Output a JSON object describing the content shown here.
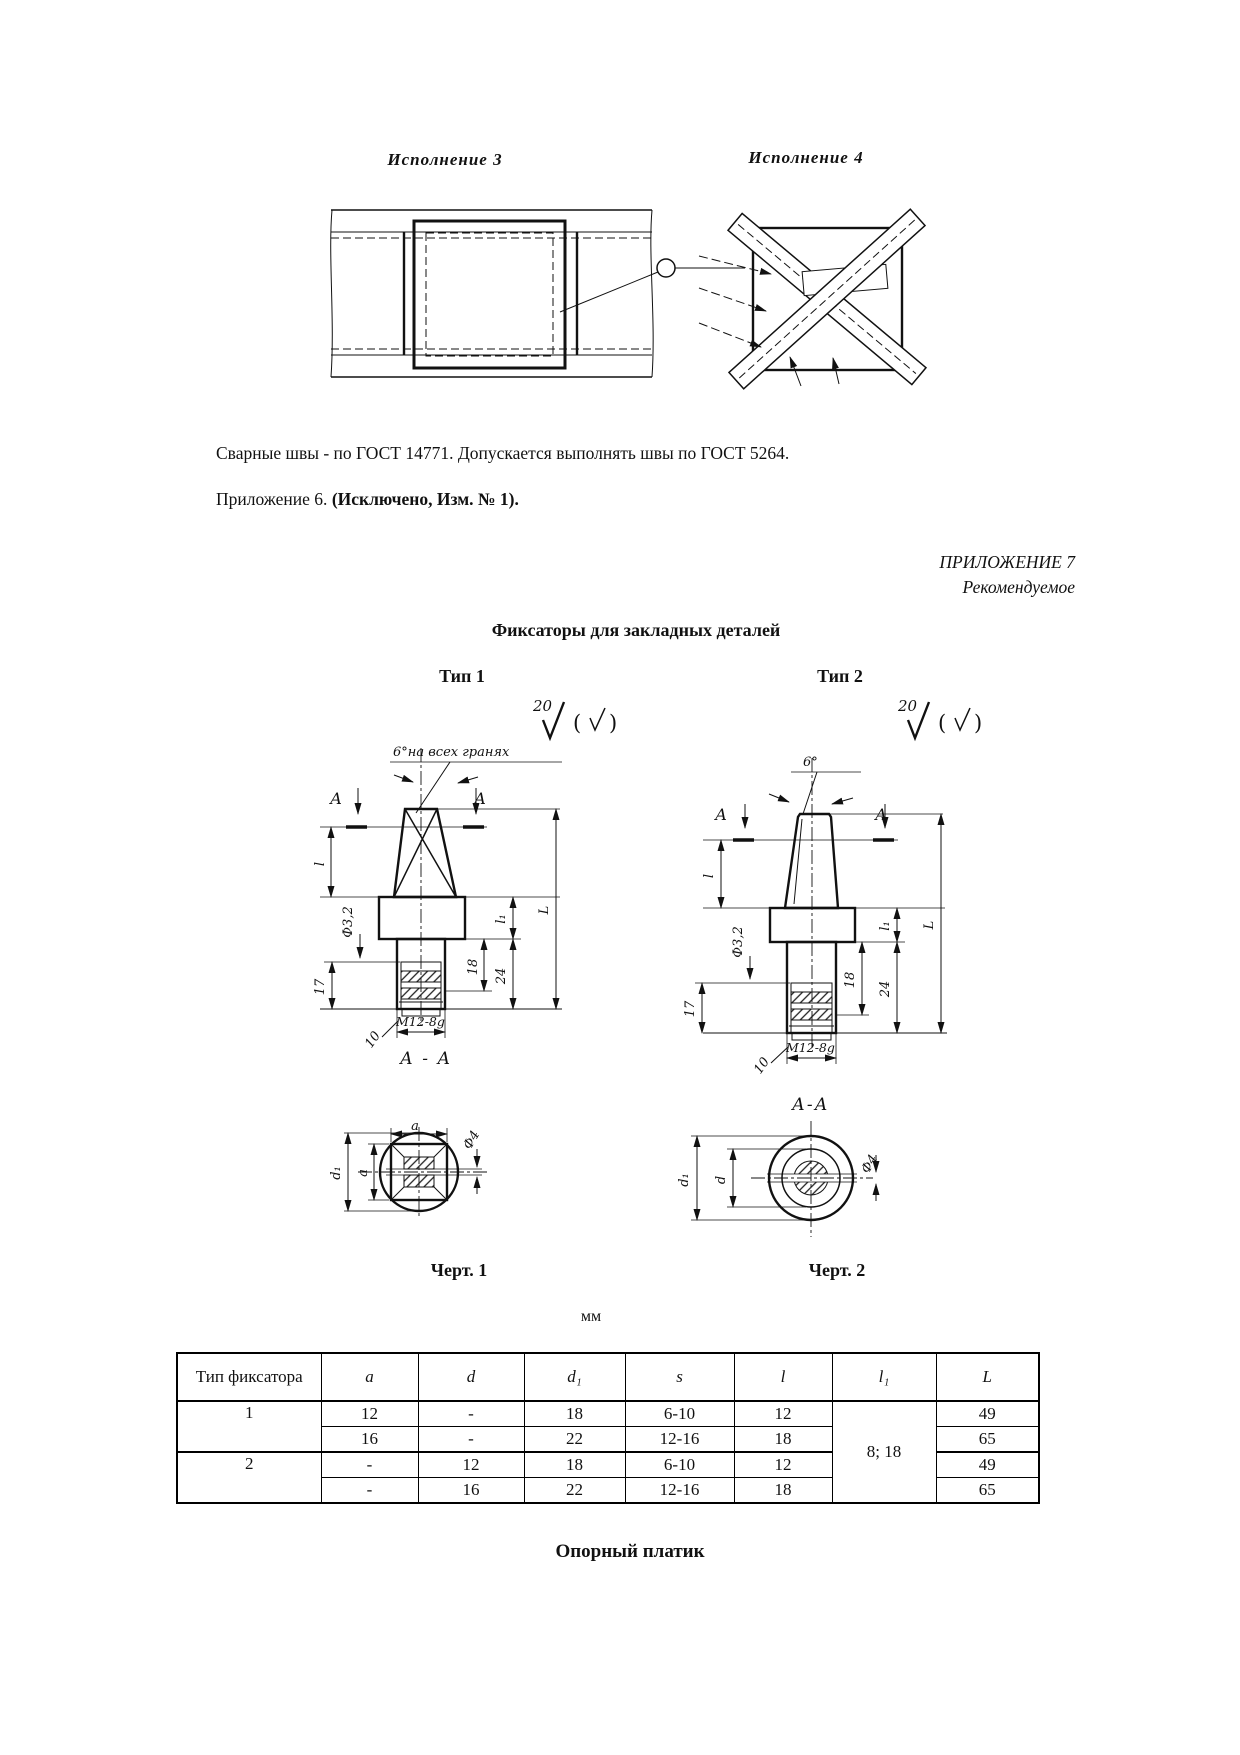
{
  "top_figures": {
    "left_label": "Исполнение 3",
    "right_label": "Исполнение 4"
  },
  "paragraph_welds": "Сварные швы - по ГОСТ 14771. Допускается выполнять швы по ГОСТ 5264.",
  "paragraph_appendix6": {
    "prefix": "Приложение 6. ",
    "bold": "(Исключено, Изм. № 1)."
  },
  "appendix7": {
    "title": "ПРИЛОЖЕНИЕ 7",
    "subtitle": "Рекомендуемое"
  },
  "section_title": "Фиксаторы для закладных деталей",
  "type1": {
    "label": "Тип 1",
    "roughness_value": "20",
    "chamfer_note": "6°на всех гранях",
    "caption": "Черт. 1",
    "section_label": "А - А",
    "dims": {
      "a_marker": "А",
      "l": "l",
      "l1": "l₁",
      "L": "L",
      "phi32": "Ф3,2",
      "len17": "17",
      "len18": "18",
      "len24": "24",
      "thread": "М12-8g",
      "chamfer10": "10",
      "a": "a",
      "d1": "d₁",
      "phi4": "Ф4"
    }
  },
  "type2": {
    "label": "Тип 2",
    "roughness_value": "20",
    "chamfer_note": "6°",
    "caption": "Черт. 2",
    "section_label": "А-А",
    "dims": {
      "a_marker": "А",
      "l": "l",
      "l1": "l₁",
      "L": "L",
      "phi32": "Ф3,2",
      "len17": "17",
      "len18": "18",
      "len24": "24",
      "thread": "М12-8g",
      "chamfer10": "10",
      "d": "d",
      "d1": "d₁",
      "phi4": "Ф4"
    }
  },
  "units_label": "мм",
  "table": {
    "headers": {
      "type": "Тип фиксатора",
      "a": "a",
      "d": "d",
      "d1": "d₁",
      "s": "s",
      "l": "l",
      "l1": "l₁",
      "L": "L"
    },
    "l1_value": "8; 18",
    "rows": [
      {
        "type": "1",
        "a": "12",
        "d": "-",
        "d1": "18",
        "s": "6-10",
        "l": "12",
        "L": "49"
      },
      {
        "a": "16",
        "d": "-",
        "d1": "22",
        "s": "12-16",
        "l": "18",
        "L": "65"
      },
      {
        "type": "2",
        "a": "-",
        "d": "12",
        "d1": "18",
        "s": "6-10",
        "l": "12",
        "L": "49"
      },
      {
        "a": "-",
        "d": "16",
        "d1": "22",
        "s": "12-16",
        "l": "18",
        "L": "65"
      }
    ]
  },
  "bottom_title": "Опорный платик"
}
